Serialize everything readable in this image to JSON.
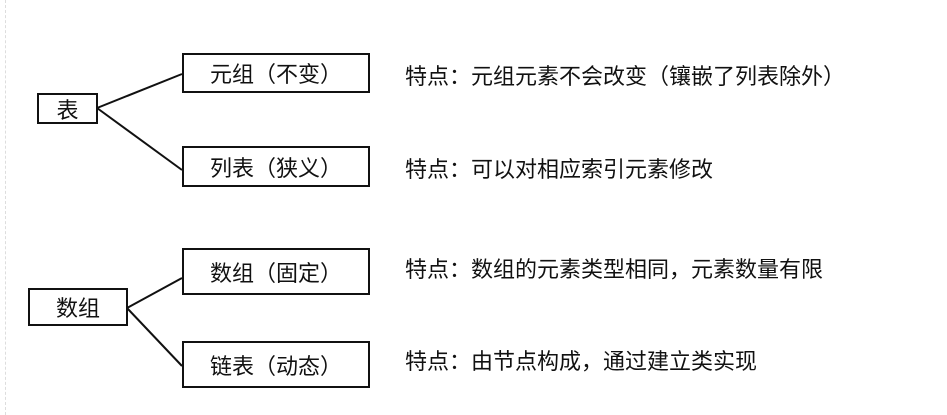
{
  "groups": [
    {
      "root": "表",
      "children": [
        {
          "label": "元组（不变）",
          "note": "特点：元组元素不会改变（镶嵌了列表除外）"
        },
        {
          "label": "列表（狭义）",
          "note": "特点：可以对相应索引元素修改"
        }
      ]
    },
    {
      "root": "数组",
      "children": [
        {
          "label": "数组（固定）",
          "note": "特点：数组的元素类型相同，元素数量有限"
        },
        {
          "label": "链表（动态）",
          "note": "特点：由节点构成，通过建立类实现"
        }
      ]
    }
  ]
}
